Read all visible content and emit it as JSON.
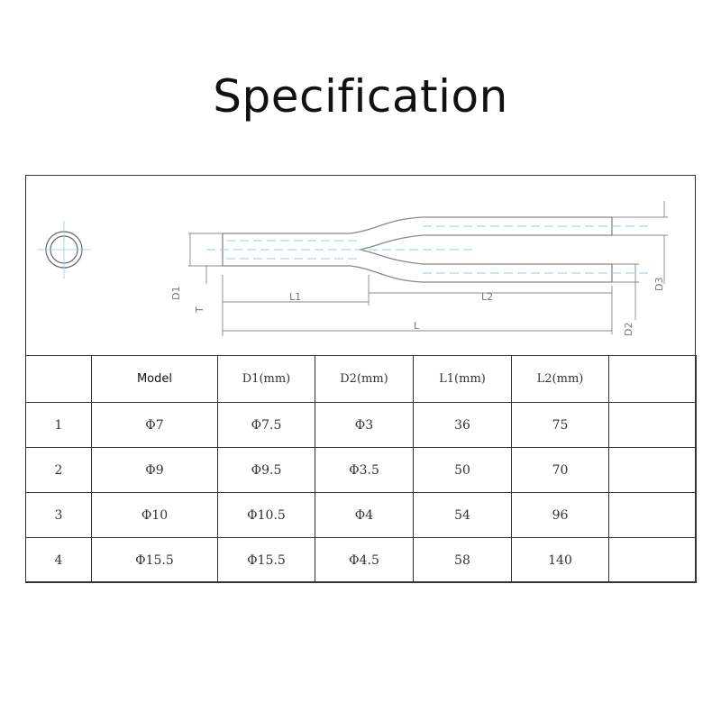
{
  "title": "Specification",
  "drawing": {
    "labels": {
      "d1": "D1",
      "t": "T",
      "l1": "L1",
      "l2": "L2",
      "l": "L",
      "d2": "D2",
      "d3": "D3"
    }
  },
  "table": {
    "headers": [
      "",
      "Model",
      "D1(mm)",
      "D2(mm)",
      "L1(mm)",
      "L2(mm)",
      ""
    ],
    "rows": [
      [
        "1",
        "Φ7",
        "Φ7.5",
        "Φ3",
        "36",
        "75",
        ""
      ],
      [
        "2",
        "Φ9",
        "Φ9.5",
        "Φ3.5",
        "50",
        "70",
        ""
      ],
      [
        "3",
        "Φ10",
        "Φ10.5",
        "Φ4",
        "54",
        "96",
        ""
      ],
      [
        "4",
        "Φ15.5",
        "Φ15.5",
        "Φ4.5",
        "58",
        "140",
        ""
      ]
    ]
  }
}
